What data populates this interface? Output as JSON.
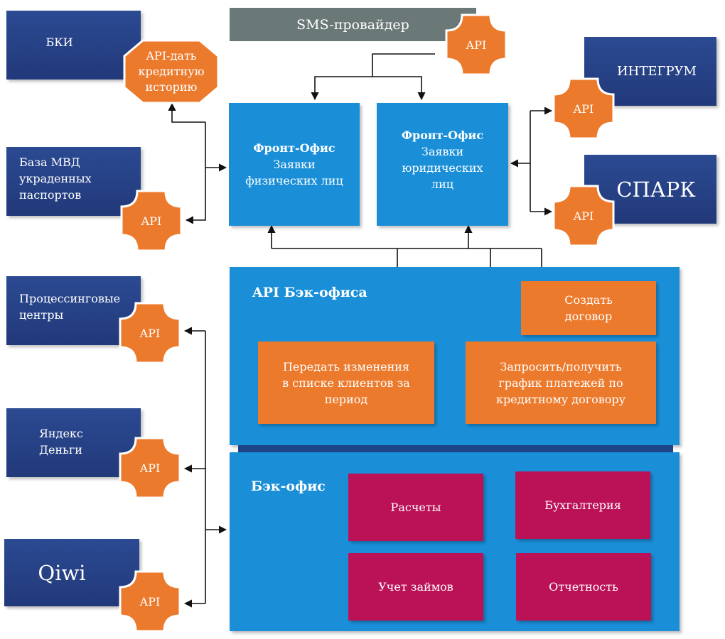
{
  "sms": {
    "label": "SMS-провайдер"
  },
  "left": {
    "bki": "БКИ",
    "bki_api": "API-дать\nкредитную\nисторию",
    "mvd": "База МВД\nукраденных\nпаспортов",
    "processing": "Процессинговые\nцентры",
    "yandex": "Яндекс\nДеньги",
    "qiwi": "Qiwi"
  },
  "right": {
    "integrum": "ИНТЕГРУМ",
    "spark": "СПАРК"
  },
  "api_label": "API",
  "front": {
    "phys_title": "Фронт-Офис",
    "phys_sub": "Заявки\nфизических лиц",
    "jur_title": "Фронт-Офис",
    "jur_sub": "Заявки\nюридических\nлиц"
  },
  "api_backoffice": {
    "title": "API Бэк-офиса",
    "create_contract": "Создать\nдоговор",
    "transfer_changes": "Передать изменения\nв списке клиентов за\nпериод",
    "payment_schedule": "Запросить/получить\nграфик платежей по\nкредитному договору"
  },
  "backoffice": {
    "title": "Бэк-офис",
    "settlements": "Расчеты",
    "accounting": "Бухгалтерия",
    "loans": "Учет займов",
    "reporting": "Отчетность"
  },
  "colors": {
    "navy": "#263f84",
    "blue": "#1a8fd8",
    "orange": "#ec7a2c",
    "crimson": "#bb1257",
    "gray": "#6b7878"
  }
}
